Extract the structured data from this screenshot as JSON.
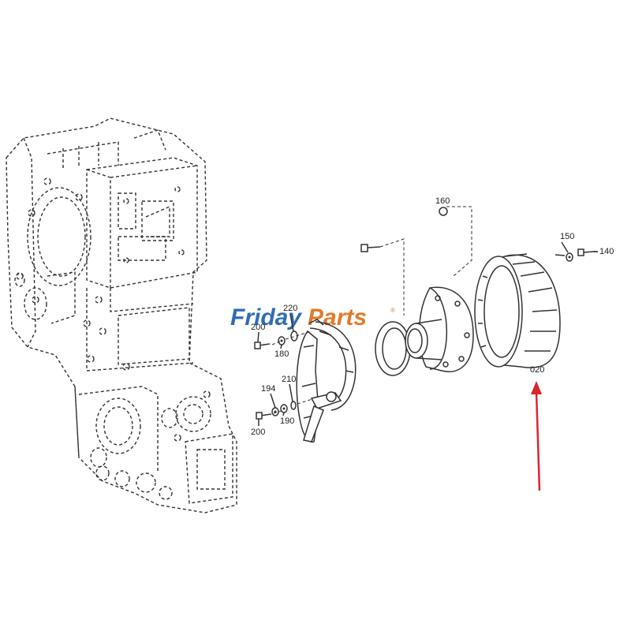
{
  "watermark": {
    "word1": "Friday",
    "word2": "Parts",
    "registered": "®",
    "colors": {
      "word1": "#2f6db3",
      "word2": "#e07b2a"
    }
  },
  "callouts": {
    "p160": "160",
    "p150": "150",
    "p140": "140",
    "p220": "220",
    "p200_top": "200",
    "p180": "180",
    "p210": "210",
    "p194": "194",
    "p190": "190",
    "p200_bottom": "200",
    "p020": "020"
  },
  "highlight": {
    "target_part": "020",
    "arrow_color": "#d9262c"
  }
}
